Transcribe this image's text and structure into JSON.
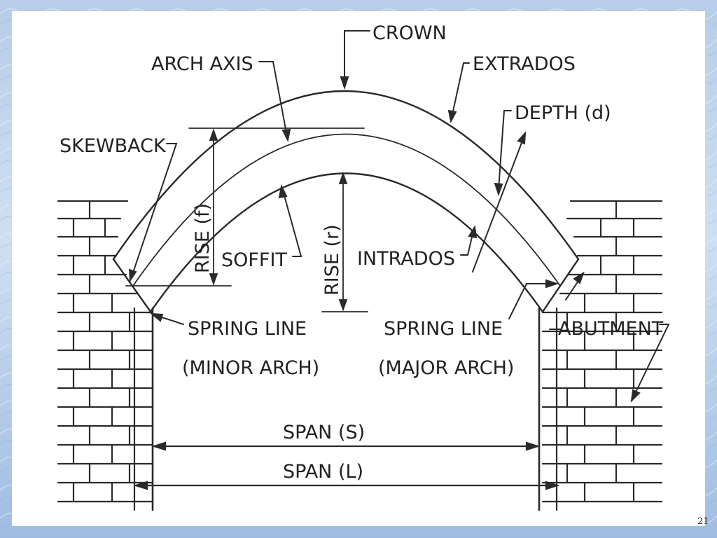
{
  "slide": {
    "page_number": "21"
  },
  "diagram": {
    "labels": {
      "crown": "CROWN",
      "arch_axis": "ARCH AXIS",
      "extrados": "EXTRADOS",
      "depth": "DEPTH (d)",
      "skewback": "SKEWBACK",
      "rise_f": "RISE (f)",
      "rise_r": "RISE (r)",
      "soffit": "SOFFIT",
      "intrados": "INTRADOS",
      "spring_line_minor_1": "SPRING LINE",
      "spring_line_minor_2": "(MINOR ARCH)",
      "spring_line_major_1": "SPRING LINE",
      "spring_line_major_2": "(MAJOR ARCH)",
      "abutment": "ABUTMENT",
      "span_s": "SPAN (S)",
      "span_l": "SPAN (L)"
    }
  }
}
